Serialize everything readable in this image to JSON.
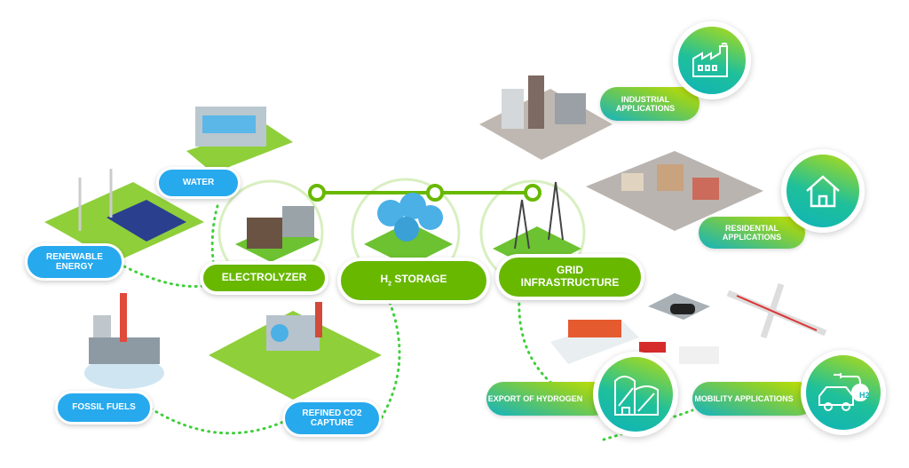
{
  "sources": {
    "water": "WATER",
    "renewable_energy": "RENEWABLE ENERGY",
    "fossil_fuels": "FOSSIL FUELS",
    "refined_co2_capture": "REFINED CO2 CAPTURE"
  },
  "core": {
    "electrolyzer": "ELECTROLYZER",
    "h2_storage_h": "H",
    "h2_storage_sub": "2",
    "h2_storage_rest": " STORAGE",
    "grid_infrastructure": "GRID INFRASTRUCTURE"
  },
  "applications": {
    "industrial": "INDUSTRIAL APPLICATIONS",
    "residential": "RESIDENTIAL APPLICATIONS",
    "export": "EXPORT OF HYDROGEN",
    "mobility": "MOBILITY APPLICATIONS",
    "h2_badge": "H2"
  },
  "colors": {
    "blue": "#27a9ee",
    "green": "#68b800",
    "dots": "#3fcf3a"
  }
}
